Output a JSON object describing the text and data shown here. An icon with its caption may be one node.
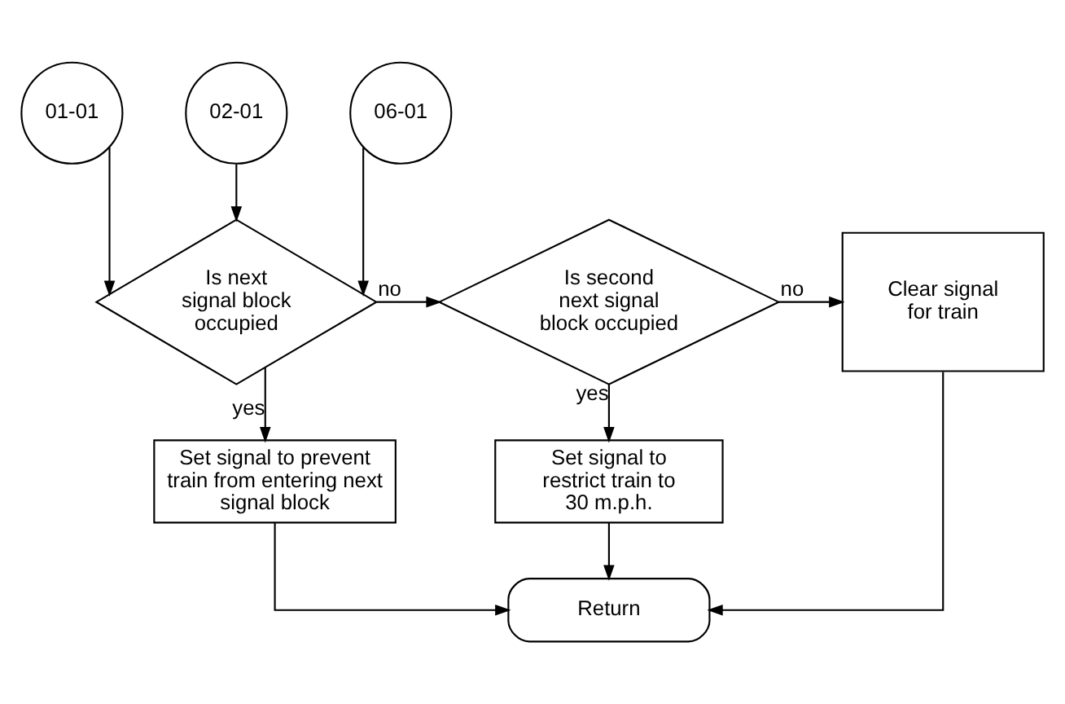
{
  "diagram": {
    "nodes": [
      {
        "text": [
          "01-01"
        ]
      },
      {
        "text": [
          "02-01"
        ]
      },
      {
        "text": [
          "06-01"
        ]
      },
      {
        "text": [
          "Is next signal block occupied"
        ]
      },
      {
        "text": [
          "Is second next signal block occupied"
        ]
      },
      {
        "text": [
          "Clear signal for train"
        ]
      },
      {
        "text": [
          "Set signal to prevent train from entering next signal block"
        ]
      },
      {
        "text": [
          "Set signal to restrict train to 30 m.p.h."
        ]
      },
      {
        "text": [
          "Return"
        ]
      }
    ],
    "edges": [
      {
        "from": 0,
        "to": 3,
        "arrow": "to"
      },
      {
        "from": 1,
        "to": 3,
        "arrow": "to"
      },
      {
        "from": 2,
        "to": 3,
        "arrow": "to"
      },
      {
        "from": 3,
        "to": 4,
        "label": "no",
        "arrow": "to"
      },
      {
        "from": 4,
        "to": 5,
        "label": "no",
        "arrow": "to"
      },
      {
        "from": 3,
        "to": 6,
        "label": "yes",
        "arrow": "to"
      },
      {
        "from": 4,
        "to": 7,
        "label": "yes",
        "arrow": "to"
      },
      {
        "from": 6,
        "to": 8,
        "arrow": "to"
      },
      {
        "from": 7,
        "to": 8,
        "arrow": "to"
      },
      {
        "from": 5,
        "to": 8,
        "arrow": "to"
      }
    ]
  }
}
